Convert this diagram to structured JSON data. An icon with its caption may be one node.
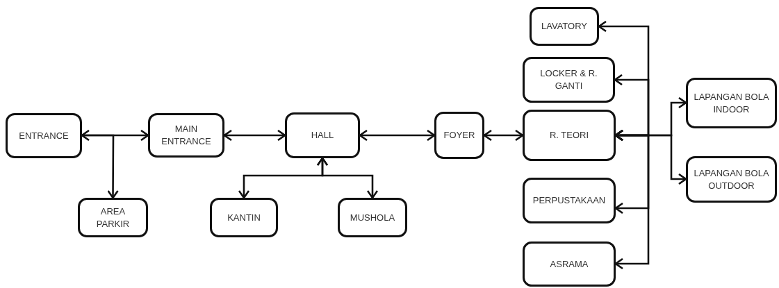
{
  "diagram": {
    "nodes": [
      {
        "text": [
          "ENTRANCE"
        ]
      },
      {
        "text": [
          "MAIN ENTRANCE"
        ]
      },
      {
        "text": [
          "HALL"
        ]
      },
      {
        "text": [
          "FOYER"
        ]
      },
      {
        "text": [
          "R. TEORI"
        ]
      },
      {
        "text": [
          "LAVATORY"
        ]
      },
      {
        "text": [
          "LOCKER & R. GANTI"
        ]
      },
      {
        "text": [
          "LAPANGAN BOLA INDOOR"
        ]
      },
      {
        "text": [
          "LAPANGAN BOLA OUTDOOR"
        ]
      },
      {
        "text": [
          "AREA PARKIR"
        ]
      },
      {
        "text": [
          "KANTIN"
        ]
      },
      {
        "text": [
          "MUSHOLA"
        ]
      },
      {
        "text": [
          "PERPUSTAKAAN"
        ]
      },
      {
        "text": [
          "ASRAMA"
        ]
      }
    ],
    "edges": [
      {
        "from": 0,
        "to": 1,
        "arrow": "both"
      },
      {
        "from": 0,
        "to": 9,
        "arrow": "to"
      },
      {
        "from": 1,
        "to": 2,
        "arrow": "both"
      },
      {
        "from": 2,
        "to": 3,
        "arrow": "both"
      },
      {
        "from": 3,
        "to": 4,
        "arrow": "both"
      },
      {
        "from": 2,
        "to": 10,
        "arrow": "both"
      },
      {
        "from": 2,
        "to": 11,
        "arrow": "both"
      },
      {
        "from": 4,
        "to": 5,
        "arrow": "both"
      },
      {
        "from": 4,
        "to": 6,
        "arrow": "both"
      },
      {
        "from": 4,
        "to": 7,
        "arrow": "both"
      },
      {
        "from": 4,
        "to": 8,
        "arrow": "both"
      },
      {
        "from": 4,
        "to": 12,
        "arrow": "both"
      },
      {
        "from": 4,
        "to": 13,
        "arrow": "both"
      }
    ]
  }
}
